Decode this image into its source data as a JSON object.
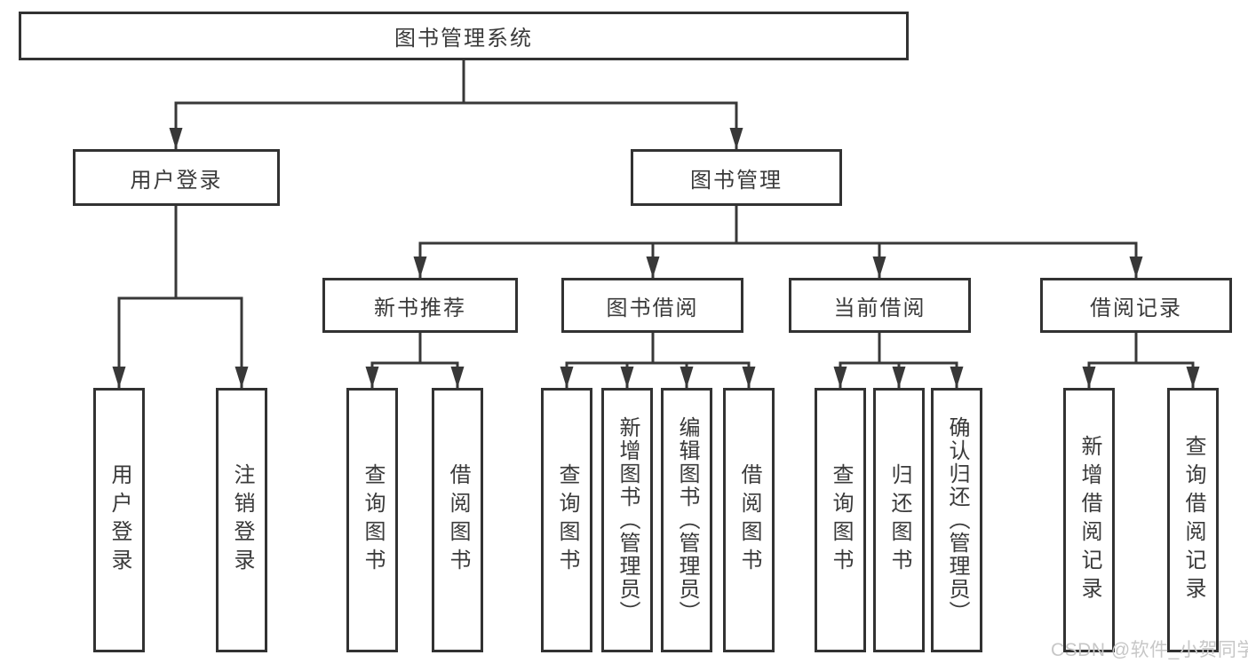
{
  "watermark": "CSDN @软件_小贺同学",
  "colors": {
    "line": "#383838",
    "border": "#323232",
    "text": "#3a3a3a",
    "watermark": "#c7c7c7",
    "background": "#ffffff"
  },
  "tree": {
    "root": {
      "label": "图书管理系统"
    },
    "level2": [
      {
        "label": "用户登录",
        "children": [
          {
            "label": "用户登录"
          },
          {
            "label": "注销登录"
          }
        ]
      },
      {
        "label": "图书管理",
        "children": [
          {
            "label": "新书推荐",
            "children": [
              {
                "label": "查询图书"
              },
              {
                "label": "借阅图书"
              }
            ]
          },
          {
            "label": "图书借阅",
            "children": [
              {
                "label": "查询图书"
              },
              {
                "label": "新增图书（管理员）"
              },
              {
                "label": "编辑图书（管理员）"
              },
              {
                "label": "借阅图书"
              }
            ]
          },
          {
            "label": "当前借阅",
            "children": [
              {
                "label": "查询图书"
              },
              {
                "label": "归还图书"
              },
              {
                "label": "确认归还（管理员）"
              }
            ]
          },
          {
            "label": "借阅记录",
            "children": [
              {
                "label": "新增借阅记录"
              },
              {
                "label": "查询借阅记录"
              }
            ]
          }
        ]
      }
    ]
  }
}
